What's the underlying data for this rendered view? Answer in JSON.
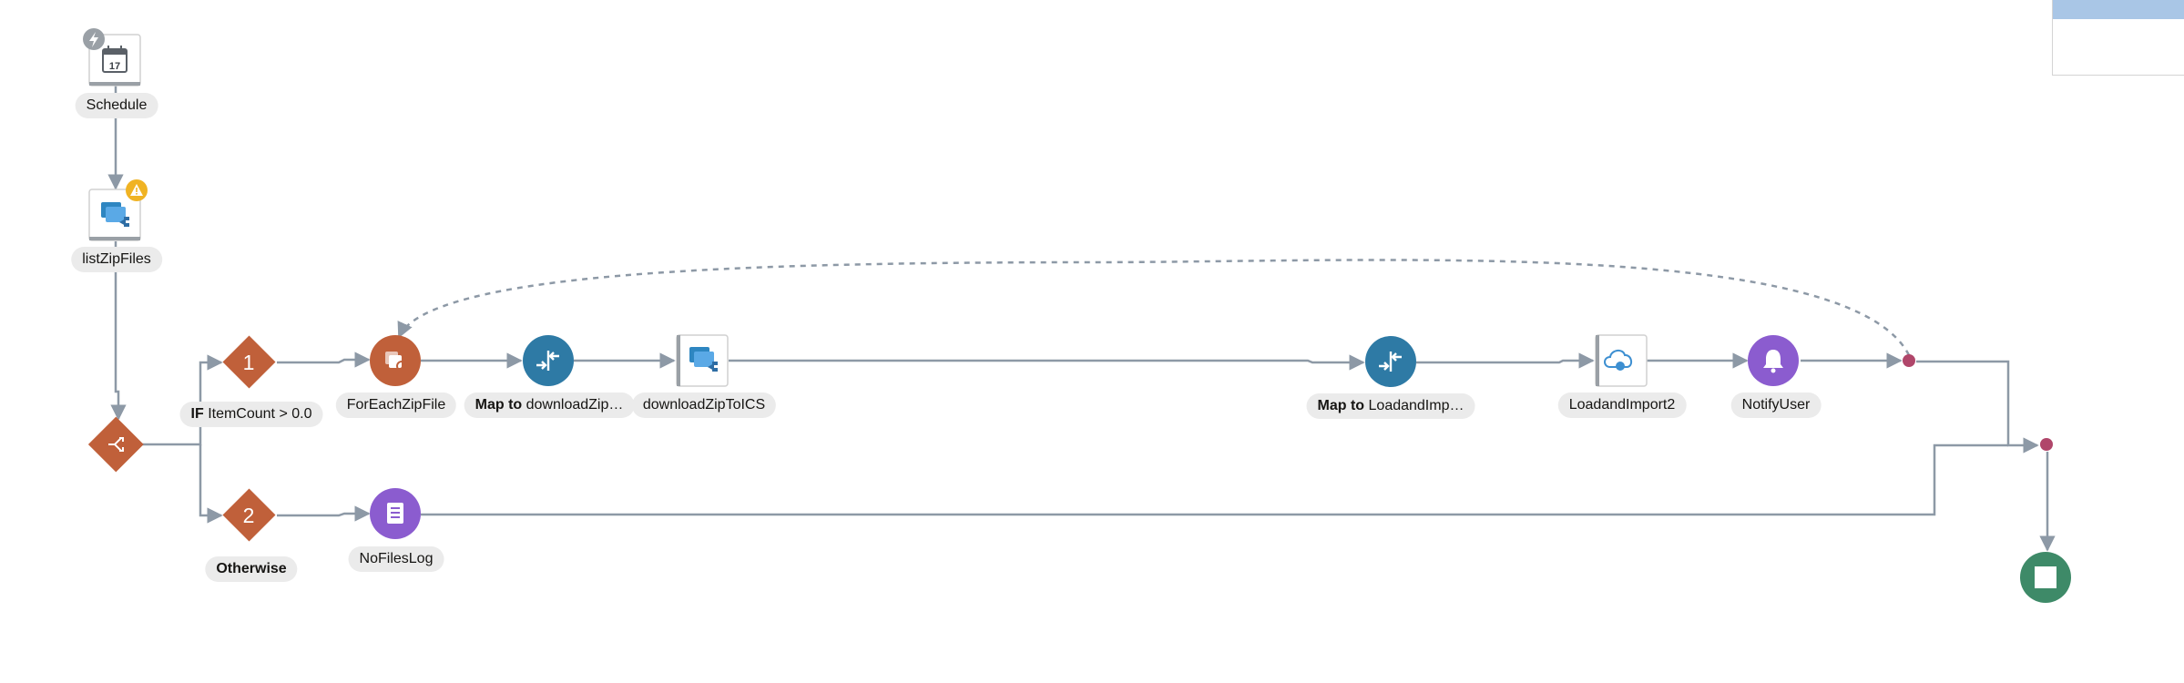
{
  "flow": {
    "nodes": {
      "schedule": "Schedule",
      "list_zip_files": "listZipFiles",
      "for_each": "ForEachZipFile",
      "map1_prefix": "Map to",
      "map1_target": "downloadZip…",
      "download": "downloadZipToICS",
      "map2_prefix": "Map to",
      "map2_target": "LoadandImp…",
      "load_import": "LoadandImport2",
      "notify": "NotifyUser",
      "no_files_log": "NoFilesLog"
    },
    "branches": {
      "b1_number": "1",
      "b1_keyword": "IF",
      "b1_condition": "ItemCount > 0.0",
      "b2_number": "2",
      "b2_label": "Otherwise"
    },
    "calendar_day": "17"
  },
  "colors": {
    "connector": "#8d99a6",
    "switch": "#c0603a",
    "map": "#2e7aa5",
    "notify": "#8b5ccf",
    "end": "#3e8a68",
    "junction": "#b0466a",
    "warning": "#f0b323"
  }
}
